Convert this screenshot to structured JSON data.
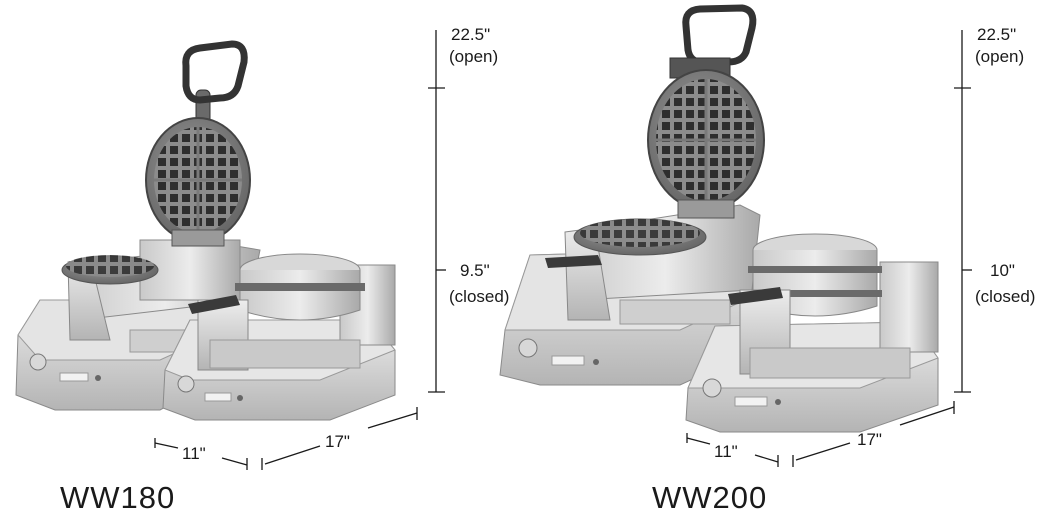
{
  "models": [
    {
      "name": "WW180",
      "height_open": "22.5\"",
      "open_label": "(open)",
      "height_closed": "9.5\"",
      "closed_label": "(closed)",
      "width": "11\"",
      "depth": "17\""
    },
    {
      "name": "WW200",
      "height_open": "22.5\"",
      "open_label": "(open)",
      "height_closed": "10\"",
      "closed_label": "(closed)",
      "width": "11\"",
      "depth": "17\""
    }
  ],
  "colors": {
    "metal_light": "#dcdcdc",
    "metal_mid": "#b8b8b8",
    "metal_dark": "#8a8a8a",
    "grid_dark": "#3c3c3c",
    "handle": "#3a3a3a",
    "ink": "#1a1a1a"
  }
}
